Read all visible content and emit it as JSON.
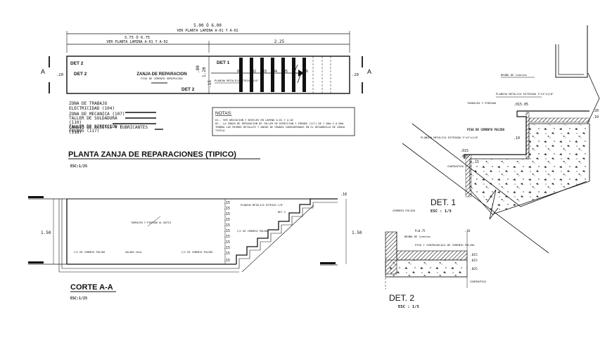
{
  "plan": {
    "dim_total": "5.00 Ó 6.00",
    "dim_total_ref": "VER PLANTA LAMINA A-01 Y A-02",
    "dim_sub": "3.75 Ó 6.75",
    "dim_sub_ref": "VER PLANTA LAMINA A-01 Y A-02",
    "dim_right": "2.25",
    "det2_top": "DET 2",
    "det2_left": "DET 2",
    "det2_bottom": "DET 2",
    "det1": "DET 1",
    "center_label": "ZANJA DE REPARACION",
    "center_sub": "PISO DE CEMENTO SEMIPULIDO",
    "dim_side_left": ".20",
    "dim_side_right": ".20",
    "dim_width_a": ".80",
    "dim_width_b": "1.20",
    "dim_width_c": ".15",
    "steps": [
      "01",
      "02",
      "03",
      "04",
      "05",
      "06"
    ],
    "stair_note": "PLANCHA METALICA ESTRIAS 1/8\"",
    "cut_left": "A",
    "cut_right": "A",
    "zones": [
      "ZONA DE TRABAJO",
      "ELECTRICIDAD (104)",
      "ZONA DE MECANICA (107)",
      "TALLER DE SOLDADURA",
      "(110)",
      "TALLER DE DIRECCION Y",
      "FRENOS (117)",
      "CAMBIO DE ACEITES Y LUBRICANTES",
      "(118)"
    ],
    "notes_title": "NOTAS:",
    "notes": [
      "01.- VER UBICACION Y NIVELES EN LAMINA A-01 Y A-02",
      "02.- LA ZANJA DE REPARACION DE TALLER DE DIRECCION Y FRENOS (117) DE 7.00m X 6.00m",
      "TENDRA LOS MISMOS DETALLES Y ANCHO DE GRADAS CONSIDERADAS EN EL DESARROLLO DE ZANJA",
      "TIPICA"
    ],
    "title": "PLANTA ZANJA DE REPARACIONES (TIPICO)",
    "scale": "ESC:1/25"
  },
  "section": {
    "title": "CORTE A-A",
    "scale": "ESC:1/25",
    "height_left": "1.50",
    "height_right": "1.50",
    "top_dim": ".18",
    "riser_dims": [
      ".15",
      ".15",
      ".15",
      ".15",
      ".15",
      ".15",
      ".15",
      ".15",
      ".15",
      ".15",
      ".15"
    ],
    "label_wall": "TARRAJEO Y PINTADO AL BATIO",
    "label_stair": "PLANCHA METALICA ESTRIAS 1/8\"",
    "label_det": "DET 2",
    "label_floor1": "C/C DE CEMENTO PULIDO",
    "label_floor2": "SOLADO 10cm",
    "label_floor3": "C/C DE CEMENTO PULIDO",
    "label_step": "C/C DE CEMENTO PULIDO"
  },
  "det1": {
    "title": "DET. 1",
    "scale": "ESC : 1/5",
    "label_bruna": "BRUÑA DE 1cmx1cm",
    "label_plancha": "PLANCHA METALICA ESTRIADA 3\"x3\"x1/8\"",
    "label_tarrajeo": "TARRAJEO Y PINTADO",
    "label_piso": "PISO DE CEMENTO PULIDO",
    "label_plancha2": "PLANCHA METALICA ESTRIADA 3\"x3\"x1/8\"",
    "label_contrapiso": "CONTRAPISO",
    "dims": [
      ".20",
      ".10",
      ".015",
      ".05",
      ".10",
      ".015",
      ".015",
      ".15"
    ]
  },
  "det2": {
    "title": "DET. 2",
    "scale": "ESC : 1/5",
    "label_cemento": "CEMENTO PULIDO",
    "label_bruna": "BRUÑA DE 1cmx1cm",
    "label_piso": "PISO Y CONTRAZOCALO DE CEMENTO PULIDO",
    "label_contrapiso": "CONTRAPISO",
    "dims": [
      "P=0.75",
      ".10",
      ".015",
      ".025",
      ".015"
    ]
  }
}
